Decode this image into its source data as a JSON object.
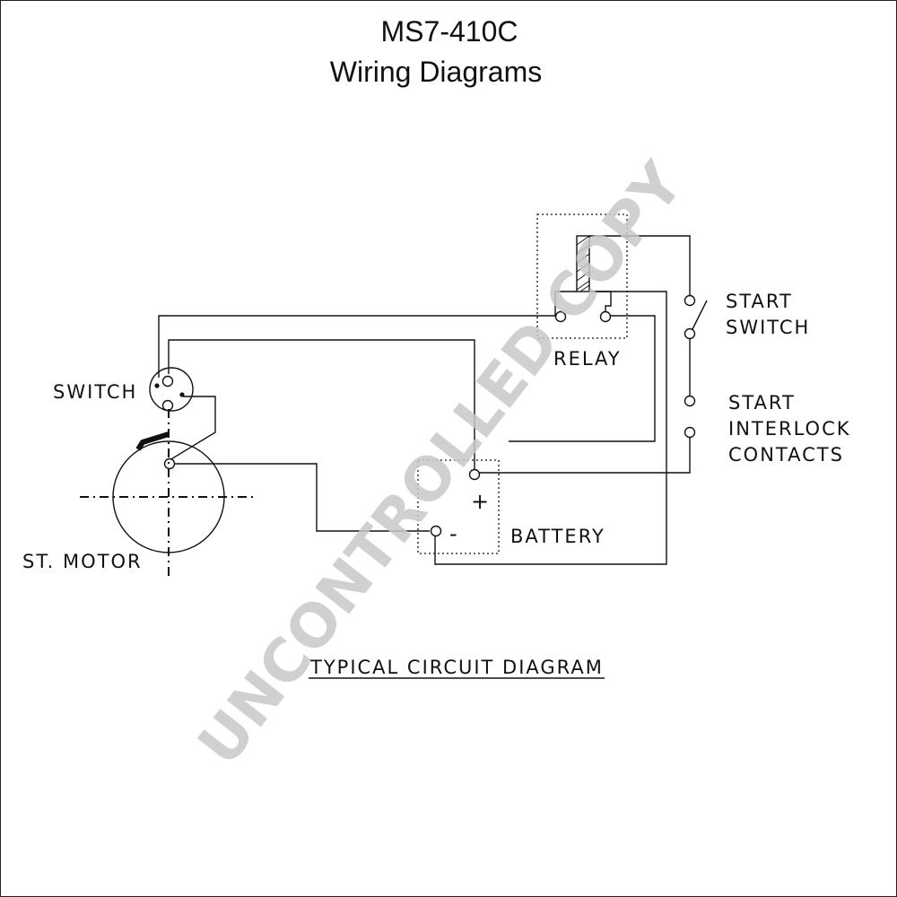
{
  "title": {
    "model": "MS7-410C",
    "subtitle": "Wiring Diagrams"
  },
  "labels": {
    "relay": "RELAY",
    "start_switch_line1": "START",
    "start_switch_line2": "SWITCH",
    "start_interlock_line1": "START",
    "start_interlock_line2": "INTERLOCK",
    "start_interlock_line3": "CONTACTS",
    "switch": "SWITCH",
    "st_motor": "ST. MOTOR",
    "battery": "BATTERY",
    "battery_plus": "+",
    "battery_minus": "-"
  },
  "caption": "TYPICAL CIRCUIT DIAGRAM",
  "watermark": "UNCONTROLLED COPY",
  "colors": {
    "line": "#111111",
    "watermark": "#c8c8c8"
  }
}
